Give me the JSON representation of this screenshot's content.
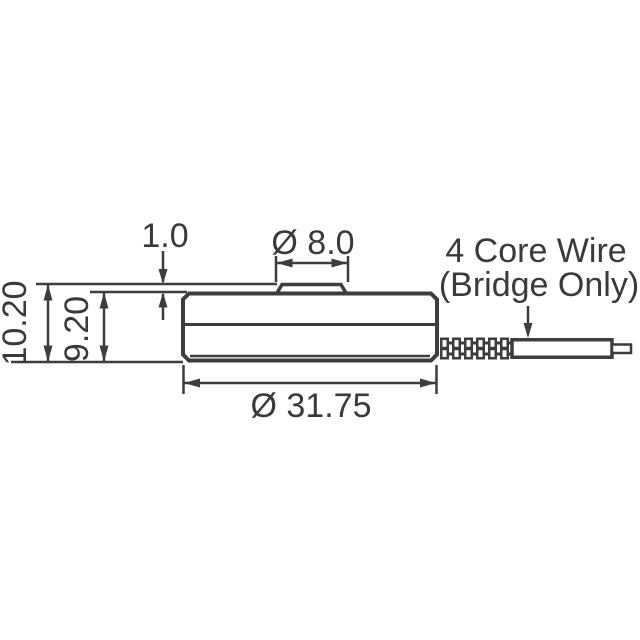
{
  "drawing": {
    "type": "technical-dimension-drawing",
    "background_color": "#ffffff",
    "line_color": "#3d3d3d",
    "dimensions": {
      "button_height": "1.0",
      "button_diameter": "Ø 8.0",
      "overall_height": "10.20",
      "body_height": "9.20",
      "body_diameter": "Ø 31.75"
    },
    "callout": {
      "line1": "4 Core Wire",
      "line2": "(Bridge Only)"
    }
  }
}
